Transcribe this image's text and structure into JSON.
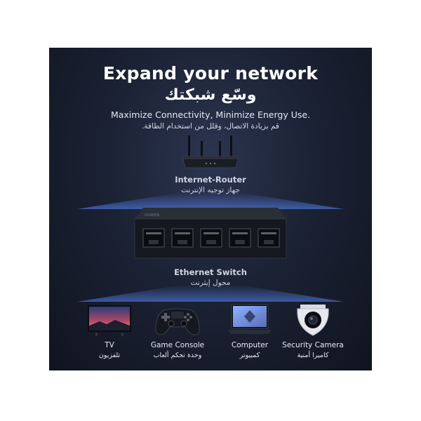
{
  "headline": {
    "title_en": "Expand your network",
    "title_ar": "وسّع شبكتك",
    "subtitle_en": "Maximize Connectivity, Minimize Energy Use.",
    "subtitle_ar": "قم بزيادة الاتصال، وقلل من استخدام الطاقة."
  },
  "router": {
    "label_en": "Internet-Router",
    "label_ar": "جهاز توجيه الإنترنت",
    "icon": "router-icon"
  },
  "switch": {
    "label_en": "Ethernet Switch",
    "label_ar": "محول إيثرنت",
    "icon": "ethernet-switch-icon",
    "ports": 5
  },
  "devices": [
    {
      "label_en": "TV",
      "label_ar": "تلفزيون",
      "icon": "tv-icon"
    },
    {
      "label_en": "Game Console",
      "label_ar": "وحدة تحكم ألعاب",
      "icon": "game-controller-icon"
    },
    {
      "label_en": "Computer",
      "label_ar": "كمبيوتر",
      "icon": "laptop-icon"
    },
    {
      "label_en": "Security Camera",
      "label_ar": "كاميرا أمنية",
      "icon": "security-camera-icon"
    }
  ],
  "colors": {
    "background": "#1b2234",
    "glow": "#5b8bff",
    "text": "#ffffff"
  }
}
